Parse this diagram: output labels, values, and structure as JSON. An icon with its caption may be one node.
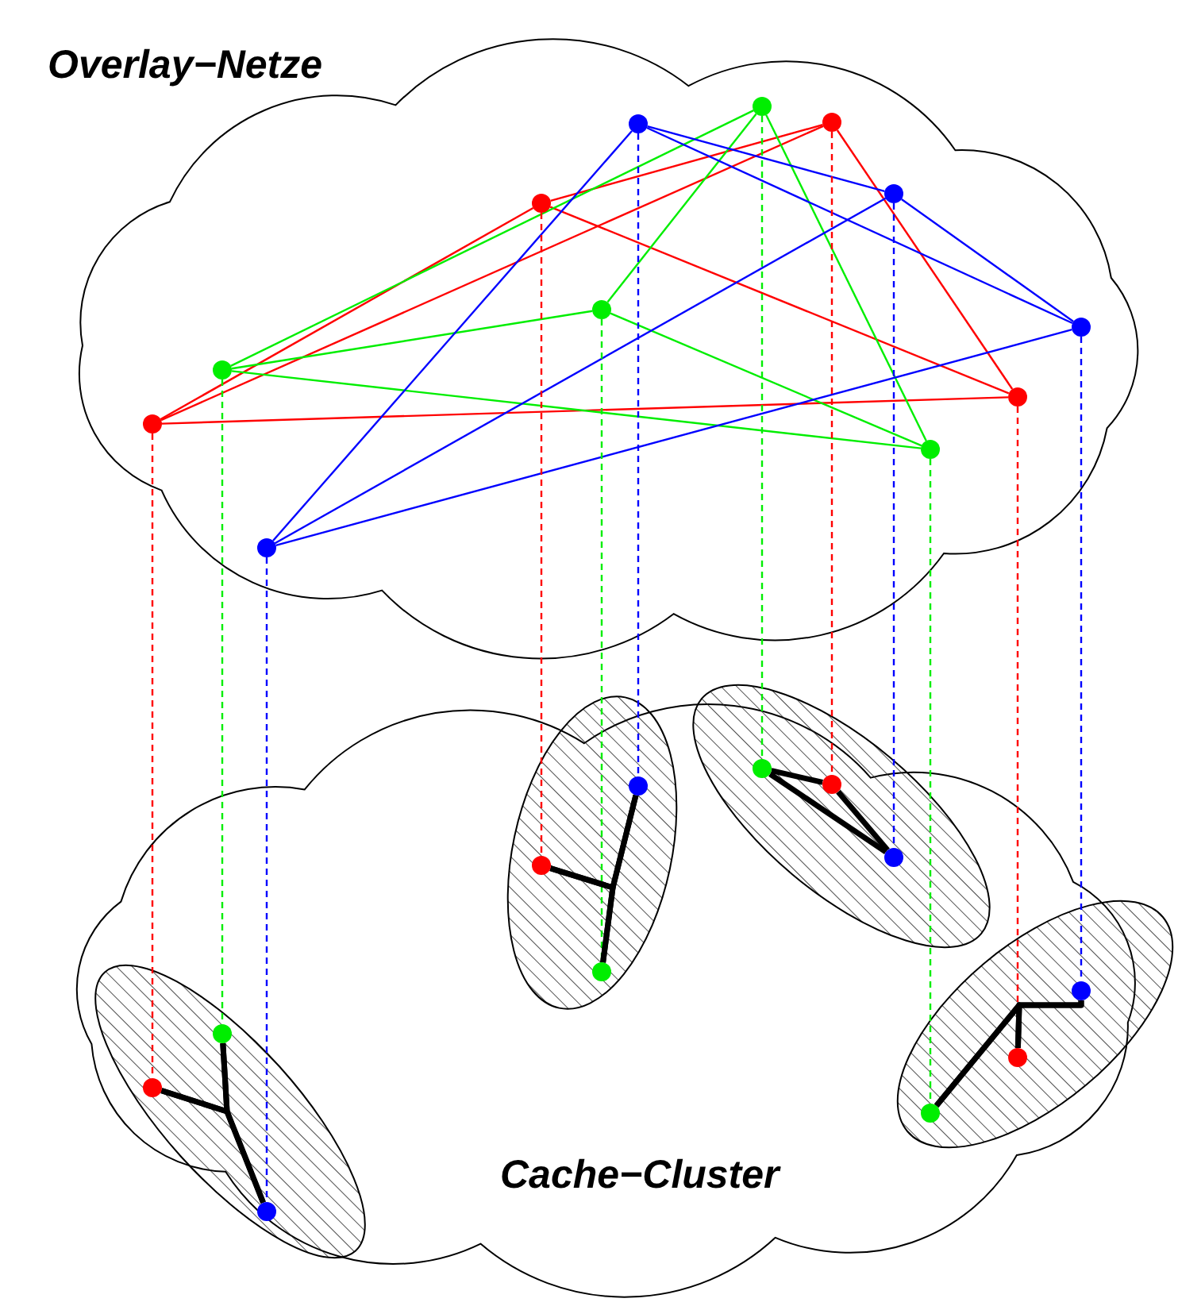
{
  "diagram": {
    "nodes": [
      {
        "text": [
          "Overlay−Netze"
        ]
      },
      {
        "text": [],
        "shape": "circle",
        "in": 0
      },
      {
        "text": [],
        "shape": "circle",
        "in": 0
      },
      {
        "text": [],
        "shape": "circle",
        "in": 0
      },
      {
        "text": [],
        "shape": "circle",
        "in": 0
      },
      {
        "text": [],
        "shape": "circle",
        "in": 0
      },
      {
        "text": [],
        "shape": "circle",
        "in": 0
      },
      {
        "text": [],
        "shape": "circle",
        "in": 0
      },
      {
        "text": [],
        "shape": "circle",
        "in": 0
      },
      {
        "text": [],
        "shape": "circle",
        "in": 0
      },
      {
        "text": [],
        "shape": "circle",
        "in": 0
      },
      {
        "text": [],
        "shape": "circle",
        "in": 0
      },
      {
        "text": [],
        "shape": "circle",
        "in": 0
      },
      {
        "text": [
          "Cache−Cluster"
        ]
      },
      {
        "text": [],
        "shape": "ellipse",
        "in": 13
      },
      {
        "text": [],
        "shape": "ellipse",
        "in": 13
      },
      {
        "text": [],
        "shape": "ellipse"
      },
      {
        "text": [],
        "shape": "ellipse"
      },
      {
        "text": [],
        "shape": "circle",
        "in": 14
      },
      {
        "text": [],
        "shape": "circle",
        "in": 14
      },
      {
        "text": [],
        "shape": "circle",
        "in": 14
      },
      {
        "text": [],
        "shape": "circle",
        "in": 15
      },
      {
        "text": [],
        "shape": "circle",
        "in": 15
      },
      {
        "text": [],
        "shape": "circle",
        "in": 15
      },
      {
        "text": [],
        "shape": "circle",
        "in": 16
      },
      {
        "text": [],
        "shape": "circle",
        "in": 16
      },
      {
        "text": [],
        "shape": "circle",
        "in": 16
      },
      {
        "text": [],
        "shape": "circle",
        "in": 17
      },
      {
        "text": [],
        "shape": "circle",
        "in": 17
      },
      {
        "text": [],
        "shape": "circle",
        "in": 17
      }
    ],
    "edges": [
      {
        "from": 10,
        "to": 5,
        "arrow": "none",
        "color": "#ff0000"
      },
      {
        "from": 10,
        "to": 2,
        "arrow": "none",
        "color": "#ff0000"
      },
      {
        "from": 10,
        "to": 9,
        "arrow": "none",
        "color": "#ff0000"
      },
      {
        "from": 5,
        "to": 2,
        "arrow": "none",
        "color": "#ff0000"
      },
      {
        "from": 5,
        "to": 9,
        "arrow": "none",
        "color": "#ff0000"
      },
      {
        "from": 2,
        "to": 9,
        "arrow": "none",
        "color": "#ff0000"
      },
      {
        "from": 8,
        "to": 1,
        "arrow": "none",
        "color": "#00ee00"
      },
      {
        "from": 8,
        "to": 6,
        "arrow": "none",
        "color": "#00ee00"
      },
      {
        "from": 8,
        "to": 11,
        "arrow": "none",
        "color": "#00ee00"
      },
      {
        "from": 1,
        "to": 6,
        "arrow": "none",
        "color": "#00ee00"
      },
      {
        "from": 1,
        "to": 11,
        "arrow": "none",
        "color": "#00ee00"
      },
      {
        "from": 6,
        "to": 11,
        "arrow": "none",
        "color": "#00ee00"
      },
      {
        "from": 3,
        "to": 12,
        "arrow": "none",
        "color": "#0000ff"
      },
      {
        "from": 3,
        "to": 4,
        "arrow": "none",
        "color": "#0000ff"
      },
      {
        "from": 3,
        "to": 7,
        "arrow": "none",
        "color": "#0000ff"
      },
      {
        "from": 4,
        "to": 12,
        "arrow": "none",
        "color": "#0000ff"
      },
      {
        "from": 12,
        "to": 7,
        "arrow": "none",
        "color": "#0000ff"
      },
      {
        "from": 4,
        "to": 7,
        "arrow": "none",
        "color": "#0000ff"
      },
      {
        "from": 1,
        "to": 24,
        "arrow": "none",
        "style": "dashed",
        "color": "#00ee00"
      },
      {
        "from": 2,
        "to": 25,
        "arrow": "none",
        "style": "dashed",
        "color": "#ff0000"
      },
      {
        "from": 3,
        "to": 21,
        "arrow": "none",
        "style": "dashed",
        "color": "#0000ff"
      },
      {
        "from": 4,
        "to": 26,
        "arrow": "none",
        "style": "dashed",
        "color": "#0000ff"
      },
      {
        "from": 5,
        "to": 22,
        "arrow": "none",
        "style": "dashed",
        "color": "#ff0000"
      },
      {
        "from": 6,
        "to": 23,
        "arrow": "none",
        "style": "dashed",
        "color": "#00ee00"
      },
      {
        "from": 7,
        "to": 27,
        "arrow": "none",
        "style": "dashed",
        "color": "#0000ff"
      },
      {
        "from": 8,
        "to": 18,
        "arrow": "none",
        "style": "dashed",
        "color": "#00ee00"
      },
      {
        "from": 9,
        "to": 28,
        "arrow": "none",
        "style": "dashed",
        "color": "#ff0000"
      },
      {
        "from": 10,
        "to": 19,
        "arrow": "none",
        "style": "dashed",
        "color": "#ff0000"
      },
      {
        "from": 11,
        "to": 29,
        "arrow": "none",
        "style": "dashed",
        "color": "#00ee00"
      },
      {
        "from": 12,
        "to": 20,
        "arrow": "none",
        "style": "dashed",
        "color": "#0000ff"
      },
      {
        "from": 19,
        "to": 18,
        "arrow": "none",
        "style": "thick"
      },
      {
        "from": 19,
        "to": 20,
        "arrow": "none",
        "style": "thick"
      },
      {
        "from": 18,
        "to": 20,
        "arrow": "none",
        "style": "thick"
      },
      {
        "from": 22,
        "to": 21,
        "arrow": "none",
        "style": "thick"
      },
      {
        "from": 22,
        "to": 23,
        "arrow": "none",
        "style": "thick"
      },
      {
        "from": 21,
        "to": 23,
        "arrow": "none",
        "style": "thick"
      },
      {
        "from": 24,
        "to": 25,
        "arrow": "none",
        "style": "thick"
      },
      {
        "from": 25,
        "to": 26,
        "arrow": "none",
        "style": "thick"
      },
      {
        "from": 24,
        "to": 26,
        "arrow": "none",
        "style": "thick"
      },
      {
        "from": 29,
        "to": 28,
        "arrow": "none",
        "style": "thick"
      },
      {
        "from": 29,
        "to": 27,
        "arrow": "none",
        "style": "thick"
      },
      {
        "from": 28,
        "to": 27,
        "arrow": "none",
        "style": "thick"
      }
    ]
  }
}
